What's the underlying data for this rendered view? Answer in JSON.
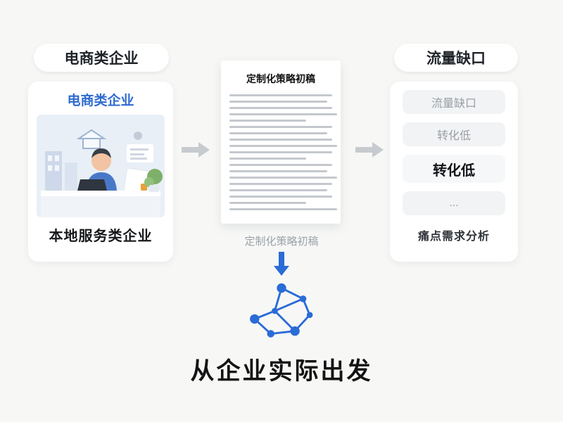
{
  "left_panel": {
    "pill": "电商类企业",
    "card_title": "电商类企业",
    "caption": "本地服务类企业"
  },
  "center_panel": {
    "doc_title": "定制化策略初稿",
    "caption": "定制化策略初稿"
  },
  "right_panel": {
    "pill": "流量缺口",
    "items": [
      {
        "label": "流量缺口",
        "emphasis": false
      },
      {
        "label": "转化低",
        "emphasis": false
      },
      {
        "label": "转化低",
        "emphasis": true
      },
      {
        "label": "...",
        "emphasis": false
      }
    ],
    "caption": "痛点需求分析"
  },
  "footer": {
    "headline": "从企业实际出发"
  },
  "colors": {
    "accent_blue": "#2b6bd7",
    "arrow_gray": "#c7cbcf"
  }
}
